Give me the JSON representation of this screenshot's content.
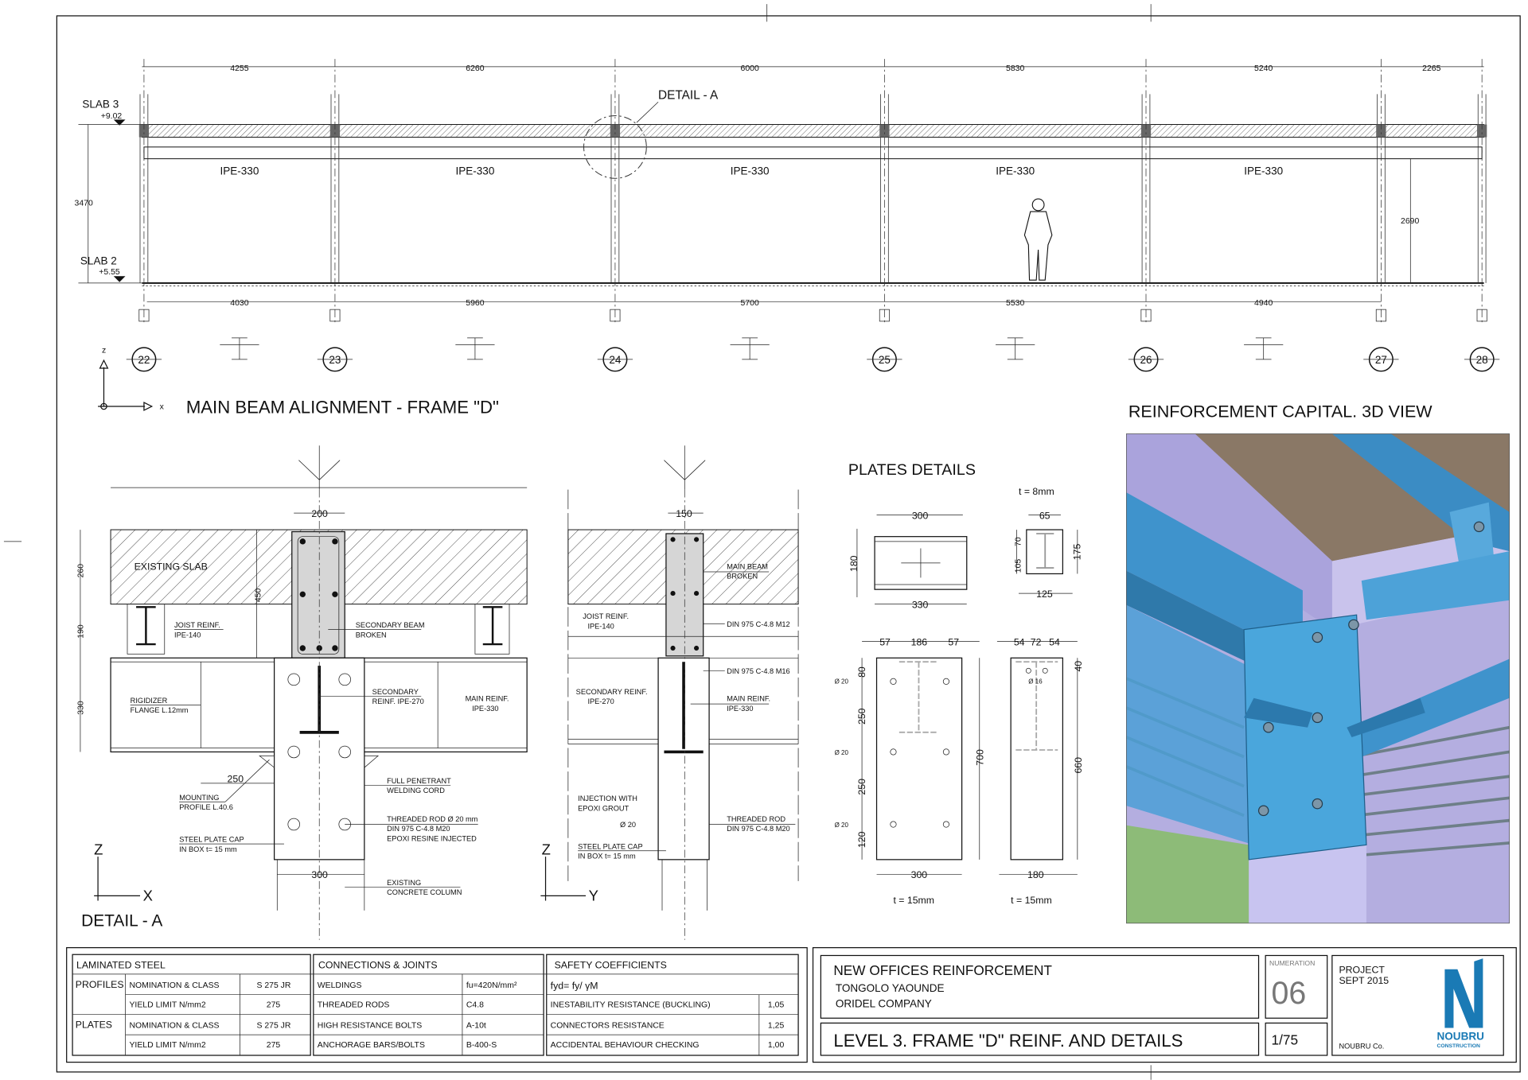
{
  "elevation": {
    "title": "MAIN BEAM ALIGNMENT - FRAME \"D\"",
    "detail_callout": "DETAIL - A",
    "slab3_label": "SLAB 3",
    "slab3_level": "+9.02",
    "slab2_label": "SLAB 2",
    "slab2_level": "+5.55",
    "height_total": "3470",
    "height_clear": "2690",
    "dims_top": [
      "4255",
      "6260",
      "6000",
      "5830",
      "5240",
      "2265"
    ],
    "dims_bottom": [
      "4030",
      "5960",
      "5700",
      "5530",
      "4940"
    ],
    "beams": [
      "IPE-330",
      "IPE-330",
      "IPE-330",
      "IPE-330",
      "IPE-330"
    ],
    "grids": [
      "22",
      "23",
      "24",
      "25",
      "26",
      "27",
      "28"
    ],
    "axis_z": "z",
    "axis_x": "x"
  },
  "detail_a": {
    "title": "DETAIL - A",
    "axis_z": "Z",
    "axis_x": "X",
    "dim_top": "200",
    "dim_450": "450",
    "dim_260": "260",
    "dim_190": "190",
    "dim_330": "330",
    "dim_250": "250",
    "dim_300": "300",
    "existing_slab": "EXISTING SLAB",
    "joist_1": "JOIST REINF.",
    "joist_2": "IPE-140",
    "secbeam_1": "SECONDARY BEAM",
    "secbeam_2": "BROKEN",
    "rigid_1": "RIGIDIZER",
    "rigid_2": "FLANGE L.12mm",
    "secreinf_1": "SECONDARY",
    "secreinf_2": "REINF. IPE-270",
    "mainreinf_1": "MAIN REINF.",
    "mainreinf_2": "IPE-330",
    "mount_1": "MOUNTING",
    "mount_2": "PROFILE L.40.6",
    "weld_1": "FULL PENETRANT",
    "weld_2": "WELDING CORD",
    "rod_1": "THREADED ROD Ø 20 mm",
    "rod_2": "DIN 975 C-4.8 M20",
    "rod_3": "EPOXI RESINE INJECTED",
    "cap_1": "STEEL PLATE CAP",
    "cap_2": "IN BOX t= 15 mm",
    "col_1": "EXISTING",
    "col_2": "CONCRETE COLUMN"
  },
  "detail_b": {
    "axis_z": "Z",
    "axis_y": "Y",
    "dim_top": "150",
    "mainbeam_1": "MAIN BEAM",
    "mainbeam_2": "BROKEN",
    "joist_1": "JOIST REINF.",
    "joist_2": "IPE-140",
    "bolt_m12": "DIN 975 C-4.8 M12",
    "bolt_m16": "DIN 975 C-4.8 M16",
    "secreinf_1": "SECONDARY REINF.",
    "secreinf_2": "IPE-270",
    "mainreinf_1": "MAIN REINF.",
    "mainreinf_2": "IPE-330",
    "inject_1": "INJECTION WITH",
    "inject_2": "EPOXI GROUT",
    "dia": "Ø 20",
    "rod_1": "THREADED ROD",
    "rod_2": "DIN 975 C-4.8 M20",
    "cap_1": "STEEL PLATE CAP",
    "cap_2": "IN BOX t= 15 mm"
  },
  "plates": {
    "title": "PLATES DETAILS",
    "p1": {
      "top": "300",
      "bottom": "330",
      "side": "180"
    },
    "p2": {
      "thickness": "t = 8mm",
      "top": "65",
      "right": "175",
      "left_a": "70",
      "left_b": "105",
      "bottom": "125"
    },
    "p3": {
      "top": [
        "57",
        "186",
        "57"
      ],
      "left": [
        "80",
        "250",
        "250",
        "120"
      ],
      "hole": "Ø 20",
      "height": "700",
      "bottom": "300",
      "thickness": "t = 15mm"
    },
    "p4": {
      "top": [
        "54",
        "72",
        "54"
      ],
      "right_top": "40",
      "height": "660",
      "hole": "Ø 16",
      "bottom": "180",
      "thickness": "t = 15mm"
    }
  },
  "view3d": {
    "title": "REINFORCEMENT CAPITAL. 3D VIEW"
  },
  "tables": {
    "laminated": {
      "header": "LAMINATED STEEL",
      "groups": [
        "PROFILES",
        "PLATES"
      ],
      "rows": [
        [
          "NOMINATION & CLASS",
          "S 275 JR"
        ],
        [
          "YIELD LIMIT N/mm2",
          "275"
        ],
        [
          "NOMINATION & CLASS",
          "S 275 JR"
        ],
        [
          "YIELD LIMIT N/mm2",
          "275"
        ]
      ]
    },
    "connections": {
      "header": "CONNECTIONS & JOINTS",
      "rows": [
        [
          "WELDINGS",
          "fu=420N/mm²"
        ],
        [
          "THREADED RODS",
          "C4.8"
        ],
        [
          "HIGH RESISTANCE BOLTS",
          "A-10t"
        ],
        [
          "ANCHORAGE BARS/BOLTS",
          "B-400-S"
        ]
      ]
    },
    "safety": {
      "header": "SAFETY COEFFICIENTS",
      "formula": "fyd= fy/ γM",
      "rows": [
        [
          "INESTABILITY RESISTANCE (BUCKLING)",
          "1,05"
        ],
        [
          "CONNECTORS RESISTANCE",
          "1,25"
        ],
        [
          "ACCIDENTAL BEHAVIOUR CHECKING",
          "1,00"
        ]
      ]
    }
  },
  "title_block": {
    "project_name": "NEW OFFICES REINFORCEMENT",
    "location": "TONGOLO YAOUNDE",
    "client": "ORIDEL COMPANY",
    "sheet_title": "LEVEL 3. FRAME \"D\" REINF. AND DETAILS",
    "numeration_label": "NUMERATION",
    "numeration": "06",
    "scale": "1/75",
    "phase": "PROJECT",
    "date": "SEPT 2015",
    "company": "NOUBRU Co.",
    "logo_text": "NOUBRU",
    "logo_sub": "CONSTRUCTION",
    "logo_color": "#1a7ab5"
  }
}
